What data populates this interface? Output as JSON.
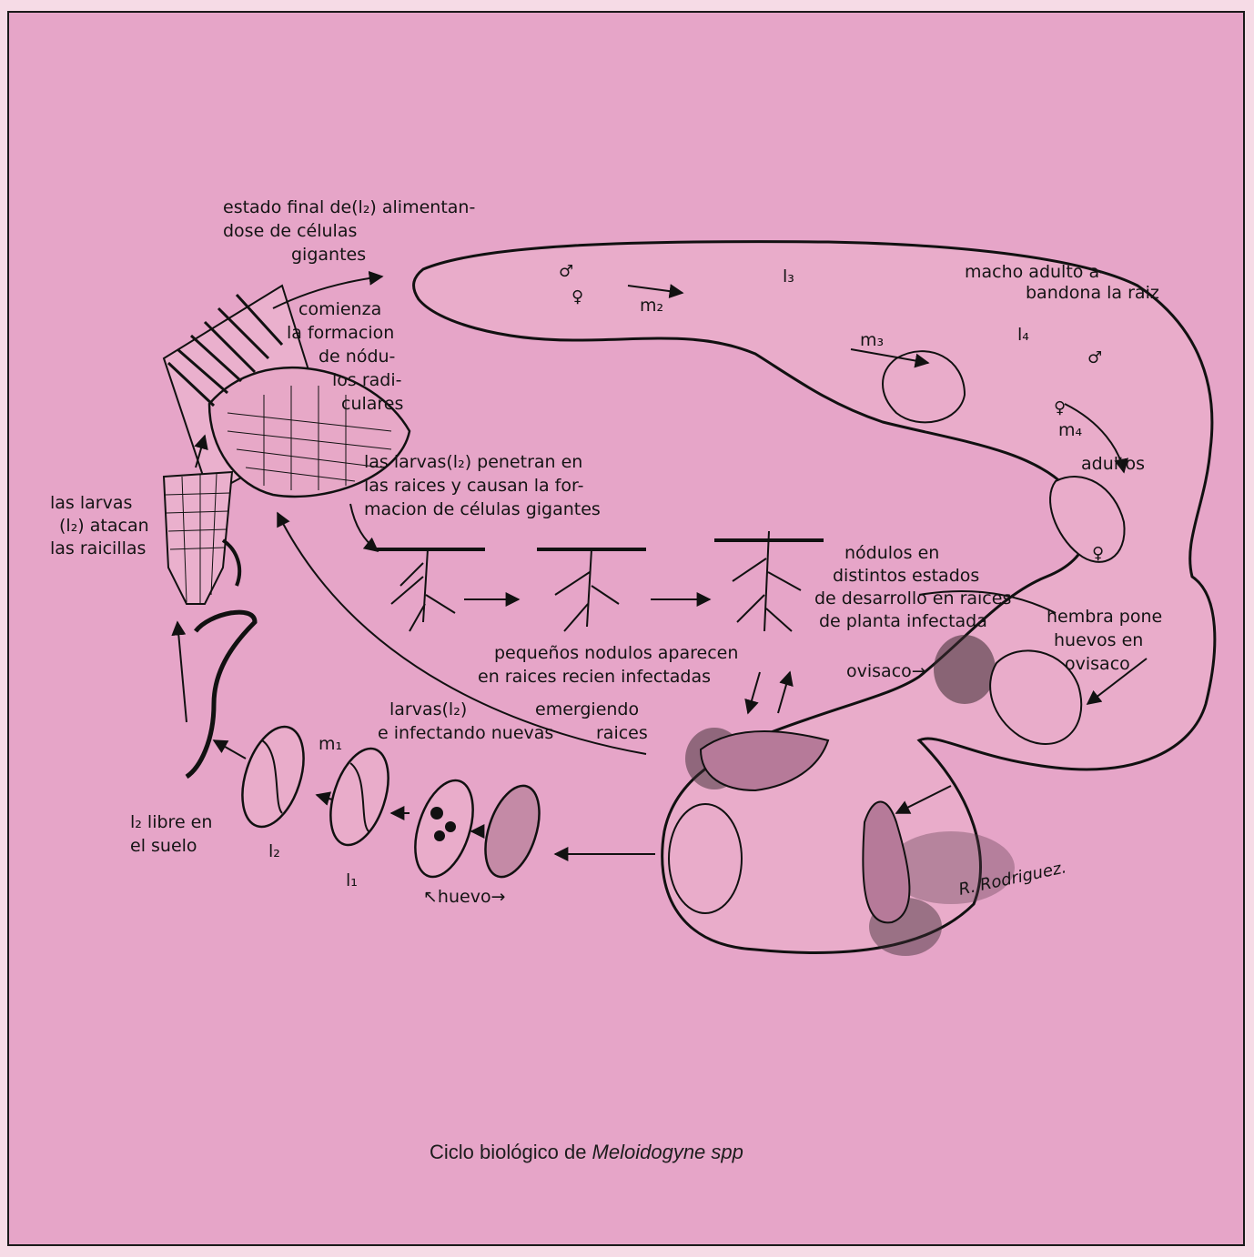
{
  "caption": {
    "prefix": "Ciclo biológico de ",
    "italic": "Meloidogyne spp"
  },
  "signature": "R. Rodriguez.",
  "labels": {
    "estado_final": [
      "estado final de(l₂) alimentan-",
      "dose de células",
      "gigantes"
    ],
    "comienza": [
      "comienza",
      "la formacion",
      "de nódu-",
      "los radi-",
      "culares"
    ],
    "macho": [
      "macho adulto a-",
      "bandona la raiz"
    ],
    "larvas_penetran": [
      "las larvas(l₂) penetran en",
      "las raices y causan la for-",
      "macion de células gigantes"
    ],
    "larvas_atacan": [
      "las larvas",
      "(l₂) atacan",
      "las raicillas"
    ],
    "nodulos": [
      "nódulos en",
      "distintos estados",
      "de desarrollo en raices",
      "de planta infectada"
    ],
    "hembra": [
      "hembra pone",
      "huevos en",
      "ovisaco"
    ],
    "ovisaco": "ovisaco→",
    "pequenos": [
      "pequeños nodulos aparecen",
      "en raices recien infectadas"
    ],
    "larvas_emergiendo": [
      "larvas(l₂)",
      "e infectando nuevas"
    ],
    "emergiendo": "emergiendo",
    "raices": "raices",
    "libre": [
      "l₂ libre en",
      "el suelo"
    ],
    "adultos": "adultos",
    "huevo": "↖huevo→"
  },
  "stage_marks": {
    "l3": "l₃",
    "l4": "l₄",
    "m1": "m₁",
    "m2": "m₂",
    "m3": "m₃",
    "m4": "m₄",
    "l1": "l₁",
    "l2": "l₂",
    "male": "♂",
    "female": "♀"
  }
}
